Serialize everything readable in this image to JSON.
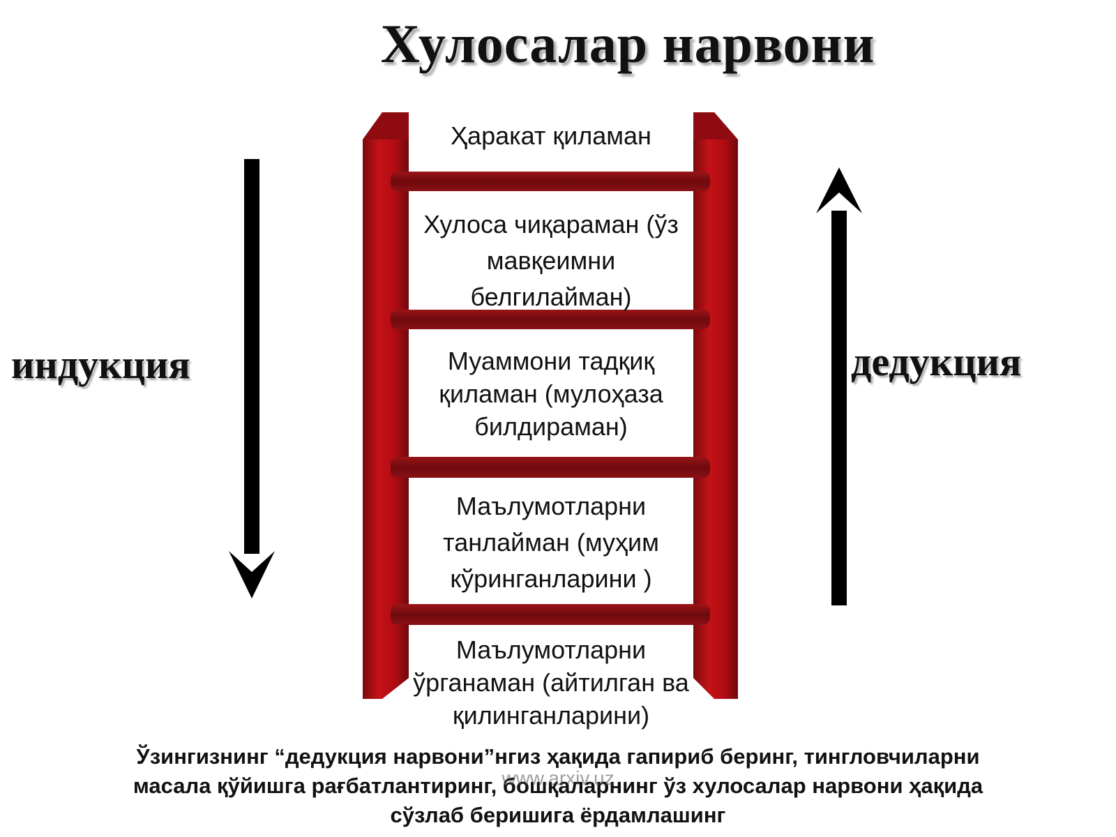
{
  "title": "Хулосалар нарвони",
  "left_label": "индукция",
  "right_label": "дедукция",
  "steps": [
    {
      "text": "Ҳаракат қиламан"
    },
    {
      "text": "Хулоса чиқараман (ўз мавқеимни белгилайман)"
    },
    {
      "text": "Муаммони тадқиқ қиламан (мулоҳаза билдираман)"
    },
    {
      "text": "Маълумотларни танлайман (муҳим кўринганларини )"
    },
    {
      "text": "Маълумотларни ўрганаман (айтилган ва қилинганларини)"
    }
  ],
  "footer": "Ўзингизнинг “дедукция нарвони”нгиз ҳақида гапириб беринг, тингловчиларни масала қўйишга рағбатлантиринг, бошқаларнинг ўз хулосалар нарвони ҳақида сўзлаб беришига ёрдамлашинг",
  "watermark": "www.arxiv.uz",
  "colors": {
    "ladder": "#b50d12",
    "ladder_dark": "#6e0a0e",
    "arrows": "#000000"
  },
  "icons": {
    "left_arrow": "arrow-down-icon",
    "right_arrow": "arrow-up-icon"
  }
}
